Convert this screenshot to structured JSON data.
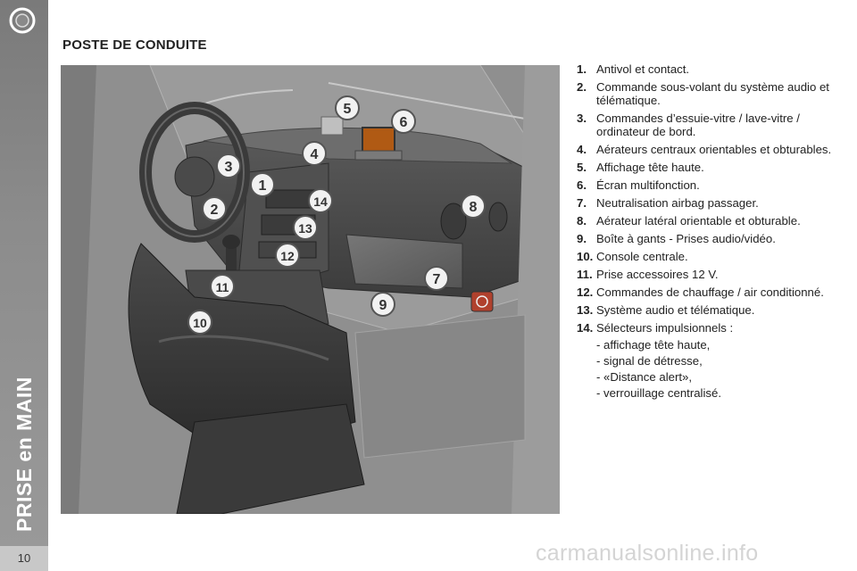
{
  "sidebar": {
    "section_label": "PRISE en MAIN",
    "page_number": "10"
  },
  "page": {
    "title": "POSTE DE CONDUITE"
  },
  "illustration": {
    "callouts": [
      "1",
      "2",
      "3",
      "4",
      "5",
      "6",
      "7",
      "8",
      "9",
      "10",
      "11",
      "12",
      "13",
      "14"
    ]
  },
  "legend": [
    {
      "num": "1.",
      "text": "Antivol et contact."
    },
    {
      "num": "2.",
      "text": "Commande sous-volant du système audio et télématique."
    },
    {
      "num": "3.",
      "text": "Commandes d’essuie-vitre / lave-vitre / ordinateur de bord."
    },
    {
      "num": "4.",
      "text": "Aérateurs centraux orientables et obturables."
    },
    {
      "num": "5.",
      "text": "Affichage tête haute."
    },
    {
      "num": "6.",
      "text": "Écran multifonction."
    },
    {
      "num": "7.",
      "text": "Neutralisation airbag passager."
    },
    {
      "num": "8.",
      "text": "Aérateur latéral orientable et obturable."
    },
    {
      "num": "9.",
      "text": "Boîte à gants - Prises audio/vidéo."
    },
    {
      "num": "10.",
      "text": "Console centrale."
    },
    {
      "num": "11.",
      "text": "Prise accessoires 12 V."
    },
    {
      "num": "12.",
      "text": "Commandes de chauffage / air conditionné."
    },
    {
      "num": "13.",
      "text": "Système audio et télématique."
    },
    {
      "num": "14.",
      "text": "Sélecteurs impulsionnels :"
    }
  ],
  "legend_sub_items": [
    "- affichage tête haute,",
    "- signal de détresse,",
    "- «Distance alert»,",
    "- verrouillage centralisé."
  ],
  "watermark": "carmanualsonline.info"
}
